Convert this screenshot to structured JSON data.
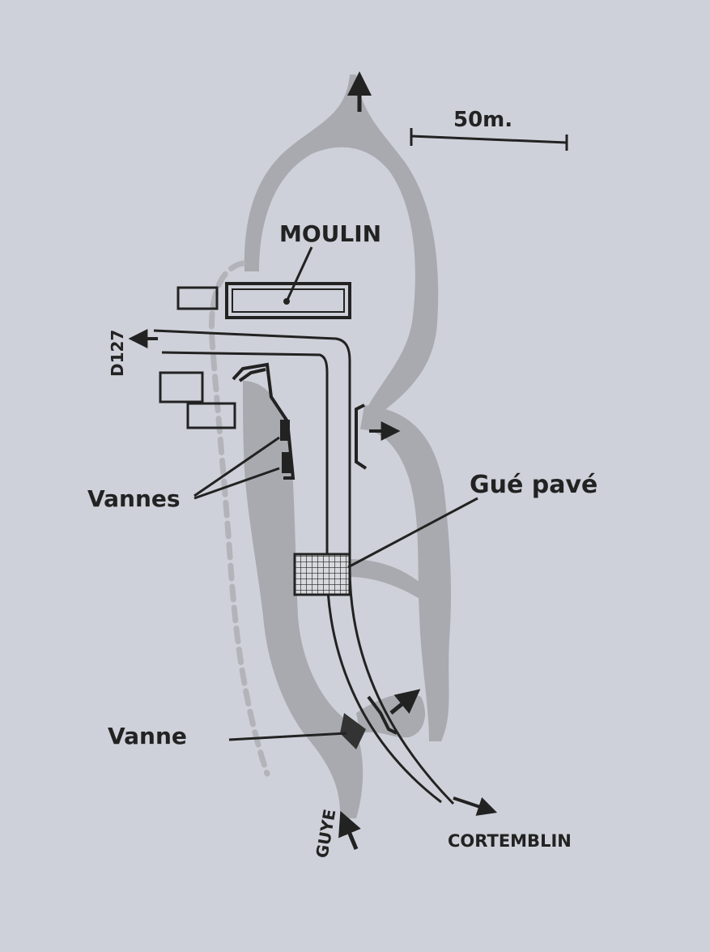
{
  "scale": {
    "label": "50m."
  },
  "labels": {
    "mill": "MOULIN",
    "road": "D127",
    "gates": "Vannes",
    "ford": "Gué pavé",
    "gate": "Vanne",
    "river": "GUYE",
    "village": "CORTEMBLIN"
  },
  "colors": {
    "paper": "#d2d4dc",
    "water": "#a9aaaf",
    "ink": "#222222",
    "path": "#b3b4b9"
  }
}
